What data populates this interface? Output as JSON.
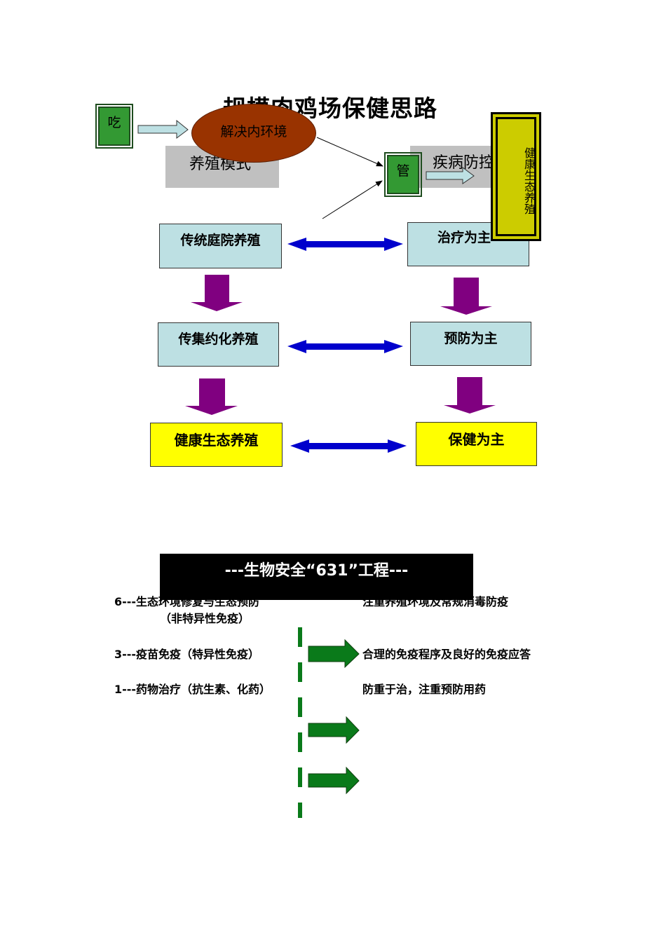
{
  "diagram1": {
    "title": "规模肉鸡场保健思路",
    "eat_label": "吃",
    "manage_label": "管",
    "ellipse_label": "解决内环境",
    "farming_mode_label": "养殖模式",
    "disease_control_label": "疾病防控",
    "vertical_label": "健康生态养殖",
    "left_column": [
      "传统庭院养殖",
      "传集约化养殖",
      "健康生态养殖"
    ],
    "right_column": [
      "治疗为主",
      "预防为主",
      "保健为主"
    ]
  },
  "diagram2": {
    "banner": "---生物安全“631”工程---",
    "rows": [
      {
        "left": "6---生态环境修复与生态预防",
        "left_sub": "（非特异性免疫）",
        "right": "注重养殖环境及常规消毒防疫"
      },
      {
        "left": "3---疫苗免疫（特异性免疫）",
        "right": "合理的免疫程序及良好的免疫应答"
      },
      {
        "left": "1---药物治疗（抗生素、化药）",
        "right": "防重于治，注重预防用药"
      }
    ]
  },
  "colors": {
    "green": "#339933",
    "brown": "#993300",
    "cyan": "#bde0e3",
    "yellow": "#ffff00",
    "olive_yellow": "#cccc00",
    "blue_arrow": "#0000cc",
    "purple_arrow": "#800080",
    "dark_green_arrow": "#0a7a1a",
    "gray": "#c0c0c0"
  }
}
